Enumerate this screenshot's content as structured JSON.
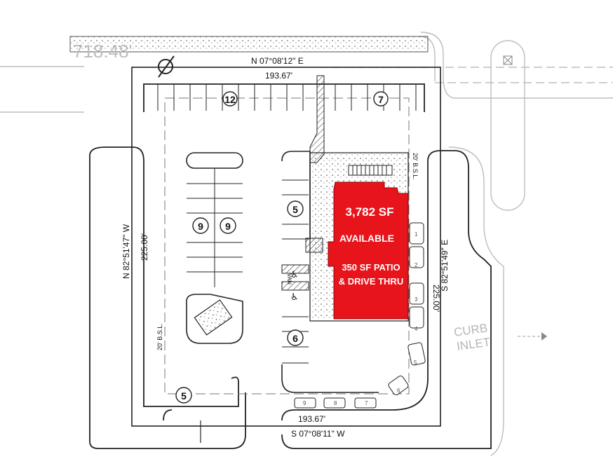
{
  "property_line": {
    "north_bearing": "N 07°08'12\" E",
    "north_distance": "193.67'",
    "south_bearing": "S 07°08'11\" W",
    "south_distance": "193.67'",
    "west_bearing": "N 82°51'47\" W",
    "west_distance": "225.00'",
    "east_bearing": "S 82°51'49\" E",
    "east_distance": "225.00'",
    "faded_distance": "718.48'"
  },
  "setbacks": {
    "west": "20' B.S.L.",
    "east": "20' B.S.L."
  },
  "parking_counts": {
    "north_left": "12",
    "north_right": "7",
    "island_left": "9",
    "island_right": "9",
    "east_row": "5",
    "south_row": "6",
    "southwest": "5",
    "small_row": [
      "1",
      "2",
      "3",
      "4",
      "5",
      "6"
    ],
    "drive_queue": [
      "9",
      "8",
      "7"
    ]
  },
  "building": {
    "area": "3,782 SF",
    "status": "AVAILABLE",
    "feature_line1": "350 SF PATIO",
    "feature_line2": "& DRIVE THRU",
    "color": "#e8141c"
  },
  "labels": {
    "curb_inlet_line1": "CURB",
    "curb_inlet_line2": "INLET",
    "van_label": "VAN"
  },
  "colors": {
    "line": "#222222",
    "faint": "#c8c8c8"
  }
}
